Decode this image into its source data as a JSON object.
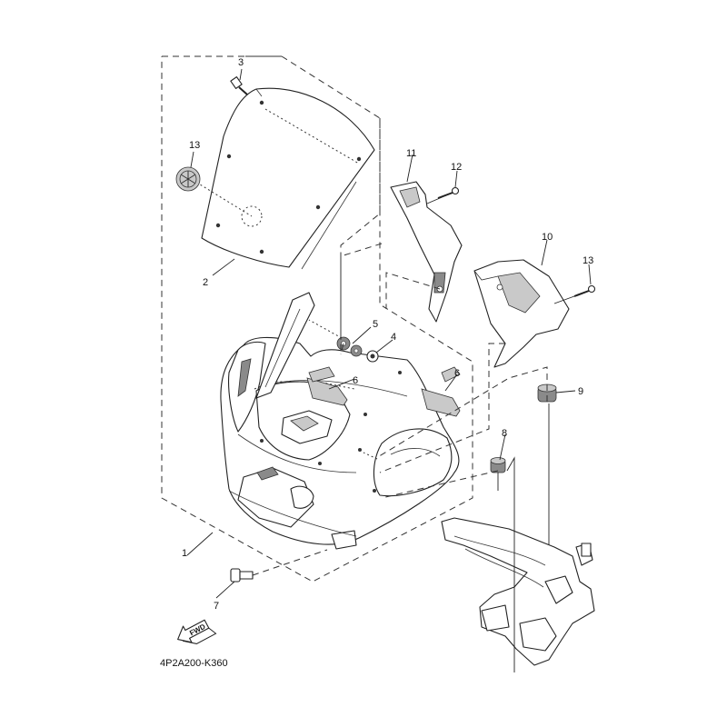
{
  "diagram": {
    "drawing_code": "4P2A200-K360",
    "fwd_label": "FWD",
    "callouts": [
      "1",
      "2",
      "3",
      "4",
      "5",
      "6",
      "6",
      "7",
      "8",
      "9",
      "10",
      "11",
      "12",
      "13",
      "13"
    ]
  }
}
